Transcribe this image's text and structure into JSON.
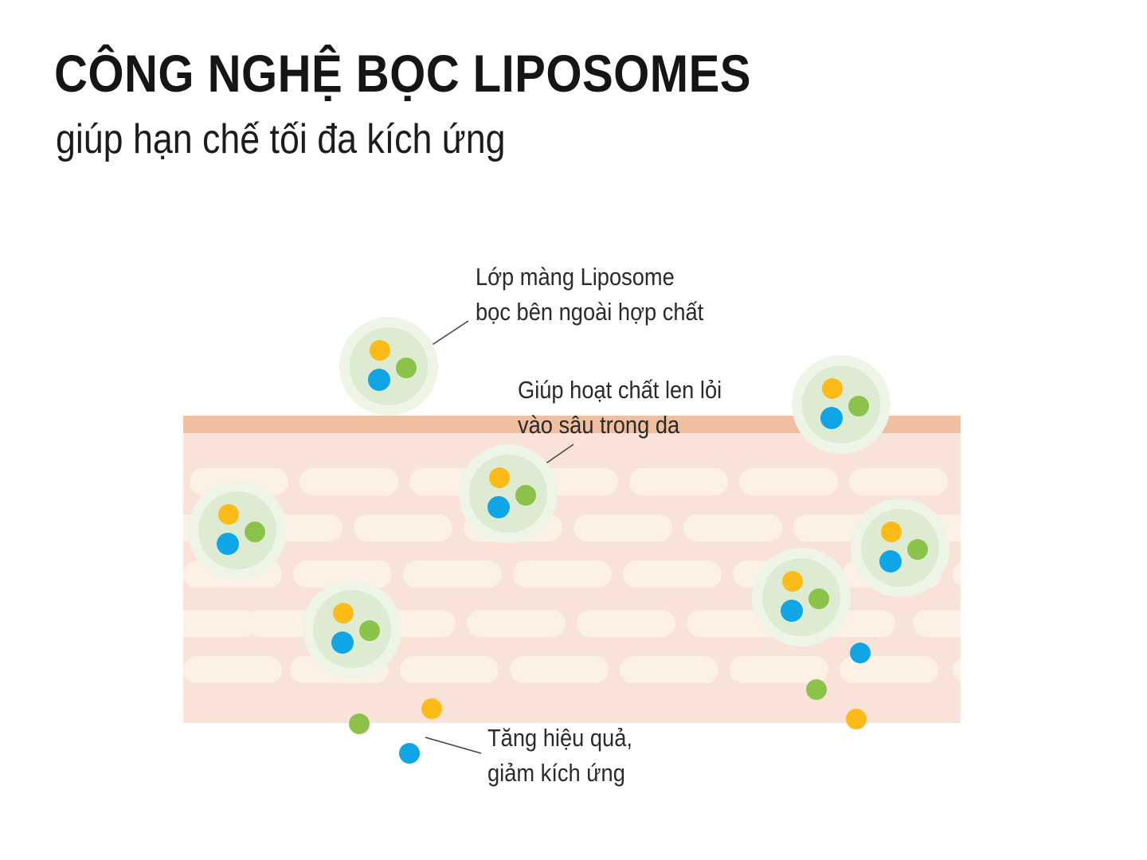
{
  "title": "CÔNG NGHỆ BỌC LIPOSOMES",
  "subtitle": "giúp hạn chế tối đa kích ứng",
  "labels": {
    "membrane": [
      "Lớp màng Liposome",
      "bọc bên ngoài hợp chất"
    ],
    "penetrate": [
      "Giúp hoạt chất len lỏi",
      "vào sâu trong da"
    ],
    "effect": [
      "Tăng hiệu quả,",
      "giảm kích ứng"
    ]
  },
  "colors": {
    "skin_surface": "#efbfa0",
    "skin_body": "#f9e2d8",
    "skin_cell": "#fdf1e6",
    "liposome_halo": "#eef4e6",
    "liposome_core": "#dcebd2",
    "yellow_particle": "#fcbb16",
    "green_particle": "#8bc34a",
    "blue_particle": "#10a5e6",
    "leader_line": "#444444"
  }
}
